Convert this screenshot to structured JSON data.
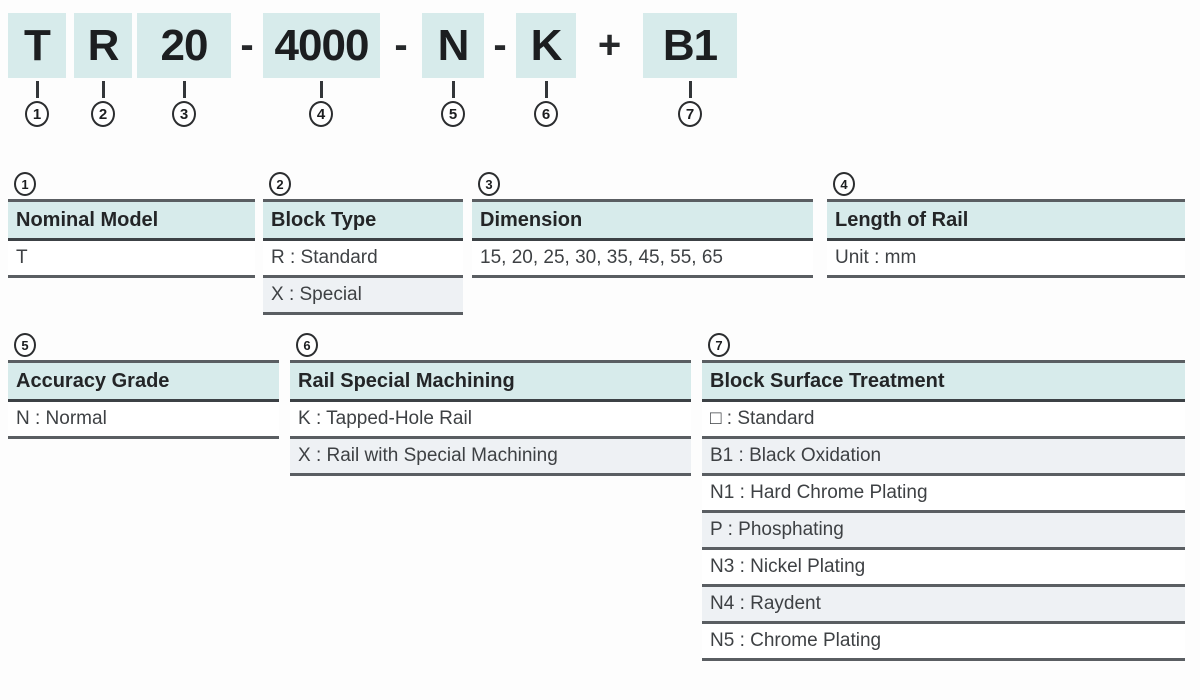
{
  "colors": {
    "segment_fill": "#d7ebeb",
    "row_alt_fill": "#eef1f4",
    "border_dark": "#5a5e62",
    "header_border": "#3c4145"
  },
  "model_code": {
    "full": "T R 20 - 4000 - N - K + B1",
    "segments": [
      {
        "text": "T",
        "ref": "1"
      },
      {
        "text": "R",
        "ref": "2"
      },
      {
        "text": "20",
        "ref": "3"
      },
      {
        "text": "4000",
        "ref": "4"
      },
      {
        "text": "N",
        "ref": "5"
      },
      {
        "text": "K",
        "ref": "6"
      },
      {
        "text": "B1",
        "ref": "7"
      }
    ],
    "separators": [
      "-",
      "-",
      "-",
      "+"
    ],
    "callouts": [
      "1",
      "2",
      "3",
      "4",
      "5",
      "6",
      "7"
    ]
  },
  "tables": [
    {
      "ref": "1",
      "title": "Nominal Model",
      "rows": [
        "T"
      ]
    },
    {
      "ref": "2",
      "title": "Block Type",
      "rows": [
        "R : Standard",
        "X : Special"
      ]
    },
    {
      "ref": "3",
      "title": "Dimension",
      "rows": [
        "15, 20, 25, 30, 35, 45, 55, 65"
      ]
    },
    {
      "ref": "4",
      "title": "Length of Rail",
      "rows": [
        "Unit : mm"
      ]
    },
    {
      "ref": "5",
      "title": "Accuracy Grade",
      "rows": [
        "N : Normal"
      ]
    },
    {
      "ref": "6",
      "title": "Rail Special Machining",
      "rows": [
        "K : Tapped-Hole Rail",
        "X : Rail with Special Machining"
      ]
    },
    {
      "ref": "7",
      "title": "Block Surface Treatment",
      "rows": [
        "□ : Standard",
        "B1 : Black Oxidation",
        "N1 : Hard Chrome Plating",
        "P : Phosphating",
        "N3 : Nickel Plating",
        "N4 : Raydent",
        "N5 : Chrome Plating"
      ]
    }
  ]
}
